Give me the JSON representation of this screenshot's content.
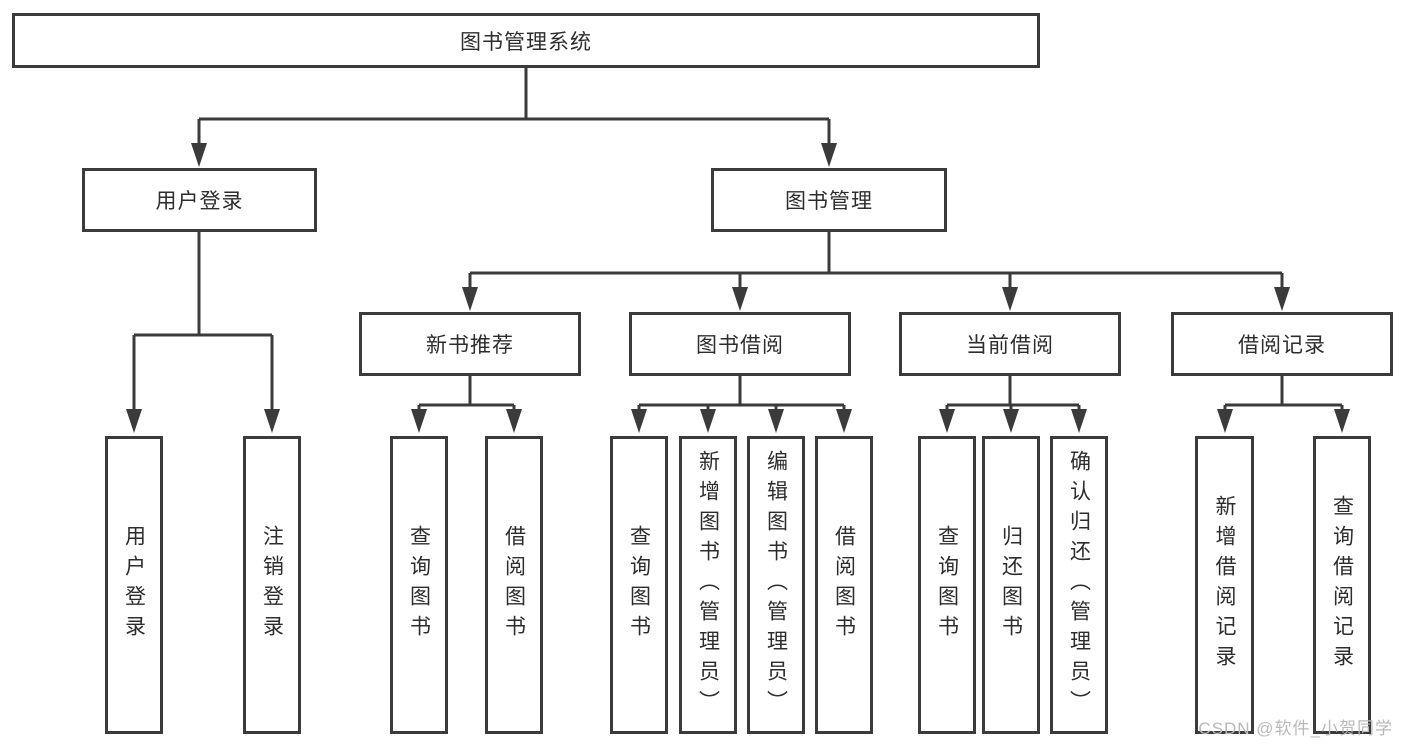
{
  "diagram": {
    "type": "tree",
    "colors": {
      "line": "#3b3b3b",
      "box_border": "#3b3b3b",
      "text": "#2d2d2d",
      "background": "#ffffff",
      "watermark_text_color": "#b9b9b9"
    },
    "watermark": "CSDN @软件_小贺同学",
    "nodes": {
      "root": {
        "label": "图书管理系统"
      },
      "user_login": {
        "label": "用户登录"
      },
      "book_mgmt": {
        "label": "图书管理"
      },
      "new_book_rec": {
        "label": "新书推荐"
      },
      "book_borrow": {
        "label": "图书借阅"
      },
      "current_borrow": {
        "label": "当前借阅"
      },
      "borrow_records": {
        "label": "借阅记录"
      },
      "leaf_user_login": {
        "label": "用户登录"
      },
      "leaf_logout": {
        "label": "注销登录"
      },
      "leaf_rec_query_books": {
        "label": "查询图书"
      },
      "leaf_rec_borrow_books": {
        "label": "借阅图书"
      },
      "leaf_bb_query_books": {
        "label": "查询图书"
      },
      "leaf_bb_add_books": {
        "label": "新增图书（管理员）"
      },
      "leaf_bb_edit_books": {
        "label": "编辑图书（管理员）"
      },
      "leaf_bb_borrow_books": {
        "label": "借阅图书"
      },
      "leaf_cb_query_books": {
        "label": "查询图书"
      },
      "leaf_cb_return_books": {
        "label": "归还图书"
      },
      "leaf_cb_confirm_return": {
        "label": "确认归还（管理员）"
      },
      "leaf_br_add_record": {
        "label": "新增借阅记录"
      },
      "leaf_br_query_record": {
        "label": "查询借阅记录"
      }
    },
    "edges": [
      "root->用户登录",
      "root->图书管理",
      "用户登录->用户登录(leaf)",
      "用户登录->注销登录",
      "图书管理->新书推荐",
      "图书管理->图书借阅",
      "图书管理->当前借阅",
      "图书管理->借阅记录",
      "新书推荐->查询图书",
      "新书推荐->借阅图书",
      "图书借阅->查询图书",
      "图书借阅->新增图书（管理员）",
      "图书借阅->编辑图书（管理员）",
      "图书借阅->借阅图书",
      "当前借阅->查询图书",
      "当前借阅->归还图书",
      "当前借阅->确认归还（管理员）",
      "借阅记录->新增借阅记录",
      "借阅记录->查询借阅记录"
    ]
  }
}
